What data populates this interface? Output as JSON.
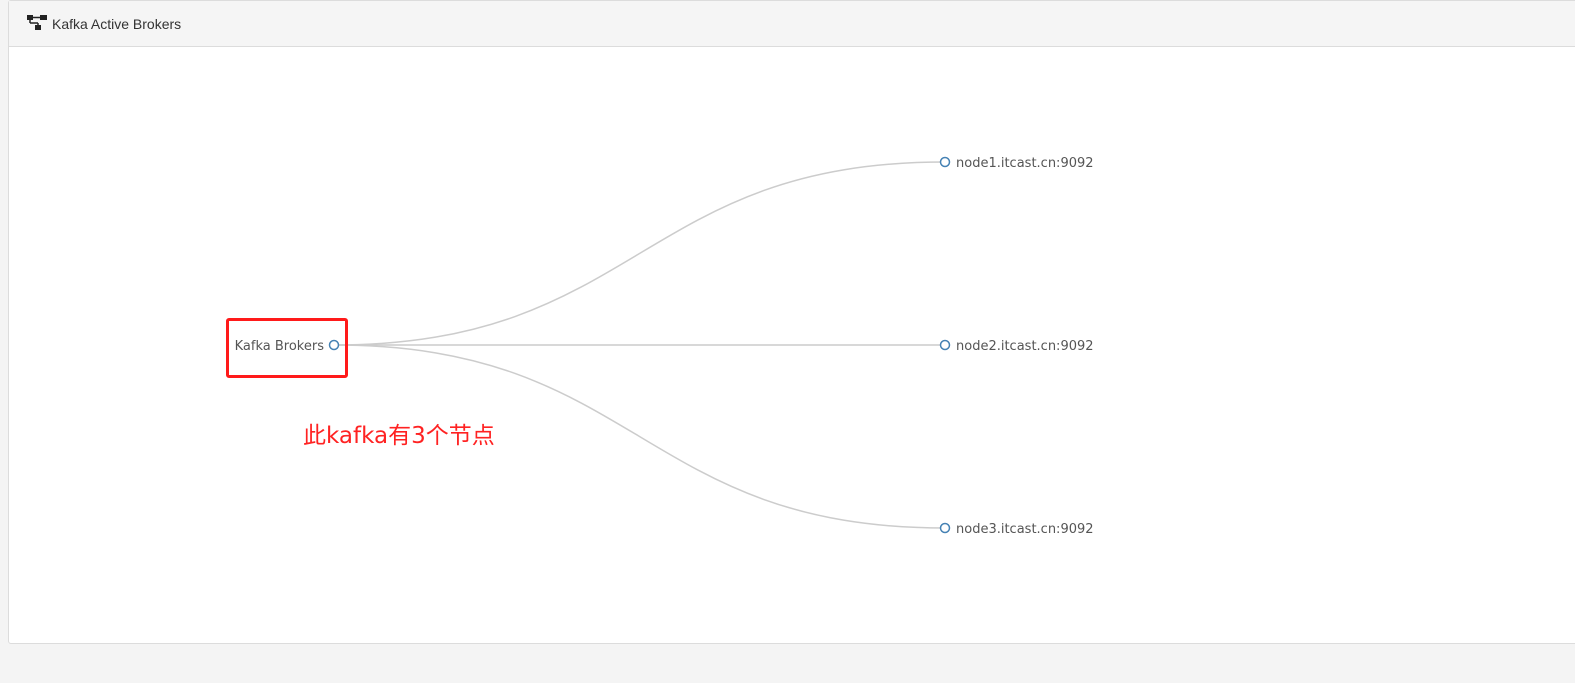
{
  "panel": {
    "title": "Kafka Active Brokers",
    "icon": "sitemap-icon"
  },
  "tree": {
    "root": {
      "label": "Kafka Brokers"
    },
    "children": [
      {
        "label": "node1.itcast.cn:9092"
      },
      {
        "label": "node2.itcast.cn:9092"
      },
      {
        "label": "node3.itcast.cn:9092"
      }
    ],
    "colors": {
      "link": "#cccccc",
      "node_stroke": "#4682b4",
      "node_fill": "#ffffff"
    }
  },
  "annotation": {
    "text": "此kafka有3个节点",
    "color": "#ff2222"
  }
}
